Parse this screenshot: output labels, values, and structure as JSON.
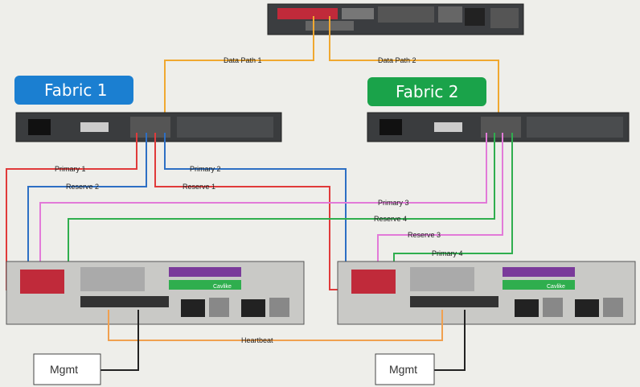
{
  "diagram": {
    "fabrics": [
      {
        "name": "Fabric 1",
        "color": "#1b7fd1"
      },
      {
        "name": "Fabric 2",
        "color": "#1aa34a"
      }
    ],
    "links": {
      "data_path_1": "Data Path 1",
      "data_path_2": "Data Path 2",
      "primary_1": "Primary 1",
      "reserve_2": "Reserve 2",
      "primary_2": "Primary 2",
      "reserve_1": "Reserve 1",
      "primary_3": "Primary 3",
      "reserve_4": "Reserve 4",
      "reserve_3": "Reserve 3",
      "primary_4": "Primary 4",
      "heartbeat": "Heartbeat"
    },
    "mgmt": [
      "Mgmt",
      "Mgmt"
    ],
    "card_label": "Cavlike",
    "colors": {
      "data_path": "#f0a830",
      "fabric1_primary": "#e03a3a",
      "fabric1_reserve": "#2d6fc4",
      "fabric2_primary": "#e27ad8",
      "fabric2_reserve": "#2fae4e",
      "heartbeat": "#f0a050",
      "mgmt": "#222222"
    }
  }
}
